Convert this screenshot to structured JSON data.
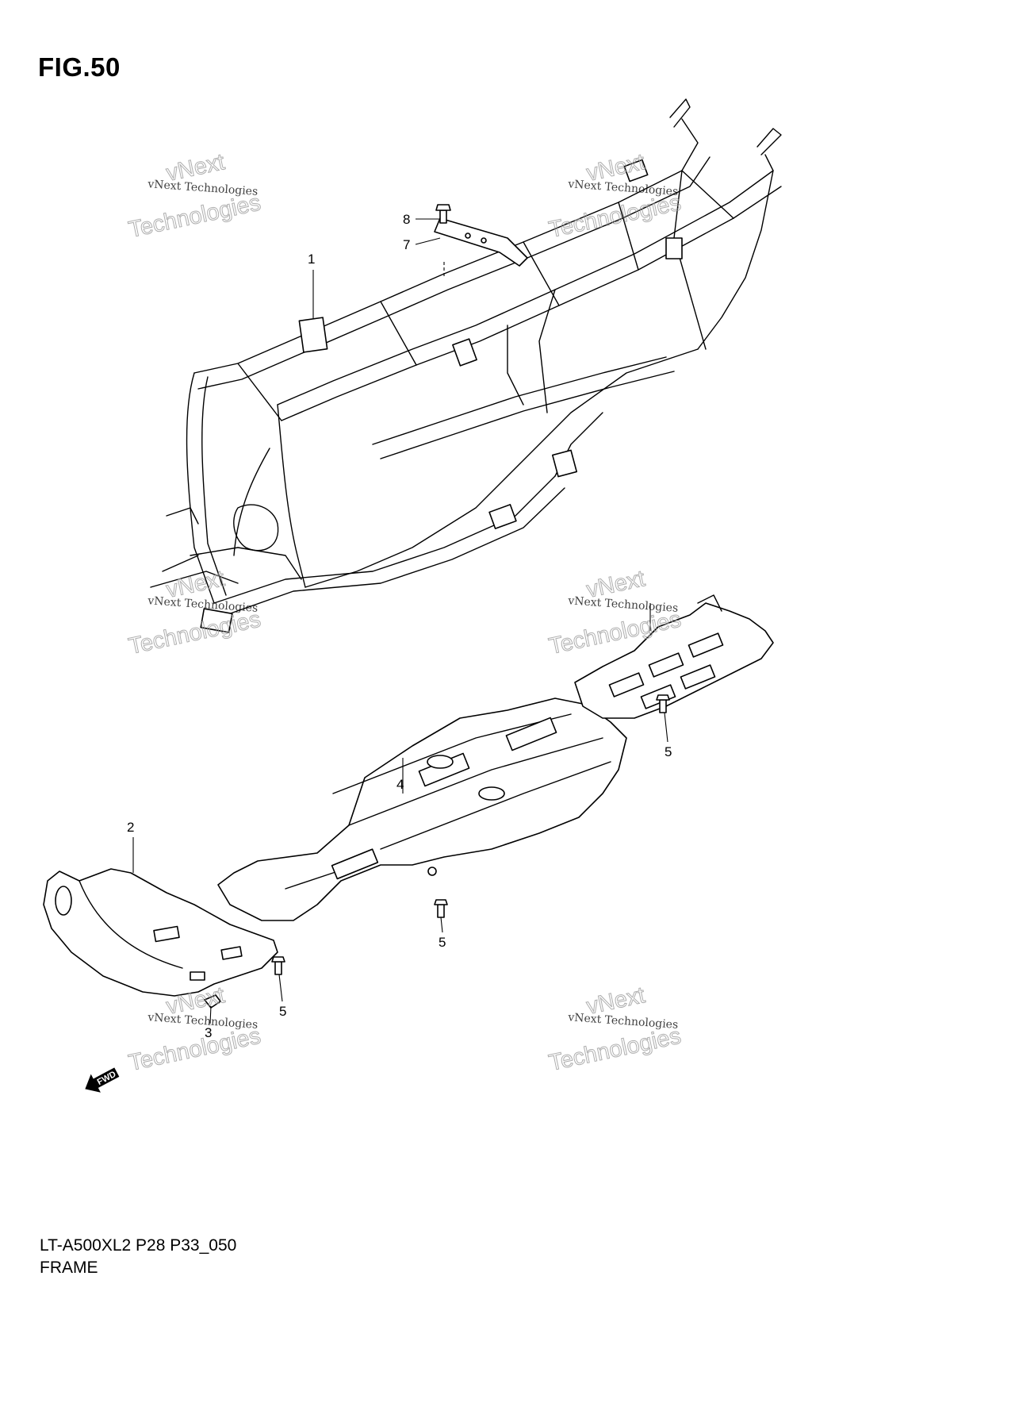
{
  "figure": {
    "title": "FIG.50"
  },
  "footer": {
    "model_code": "LT-A500XL2 P28 P33_050",
    "caption": "FRAME"
  },
  "callouts": [
    {
      "id": "1",
      "label": "1"
    },
    {
      "id": "2",
      "label": "2"
    },
    {
      "id": "3",
      "label": "3"
    },
    {
      "id": "4",
      "label": "4"
    },
    {
      "id": "5a",
      "label": "5"
    },
    {
      "id": "5b",
      "label": "5"
    },
    {
      "id": "5c",
      "label": "5"
    },
    {
      "id": "7",
      "label": "7"
    },
    {
      "id": "8",
      "label": "8"
    }
  ],
  "watermark": {
    "small": "vNext Technologies",
    "large": "Technologies",
    "top": "vNext"
  },
  "fwd_arrow": {
    "label": "FWD",
    "icon": "forward-arrow-icon"
  }
}
